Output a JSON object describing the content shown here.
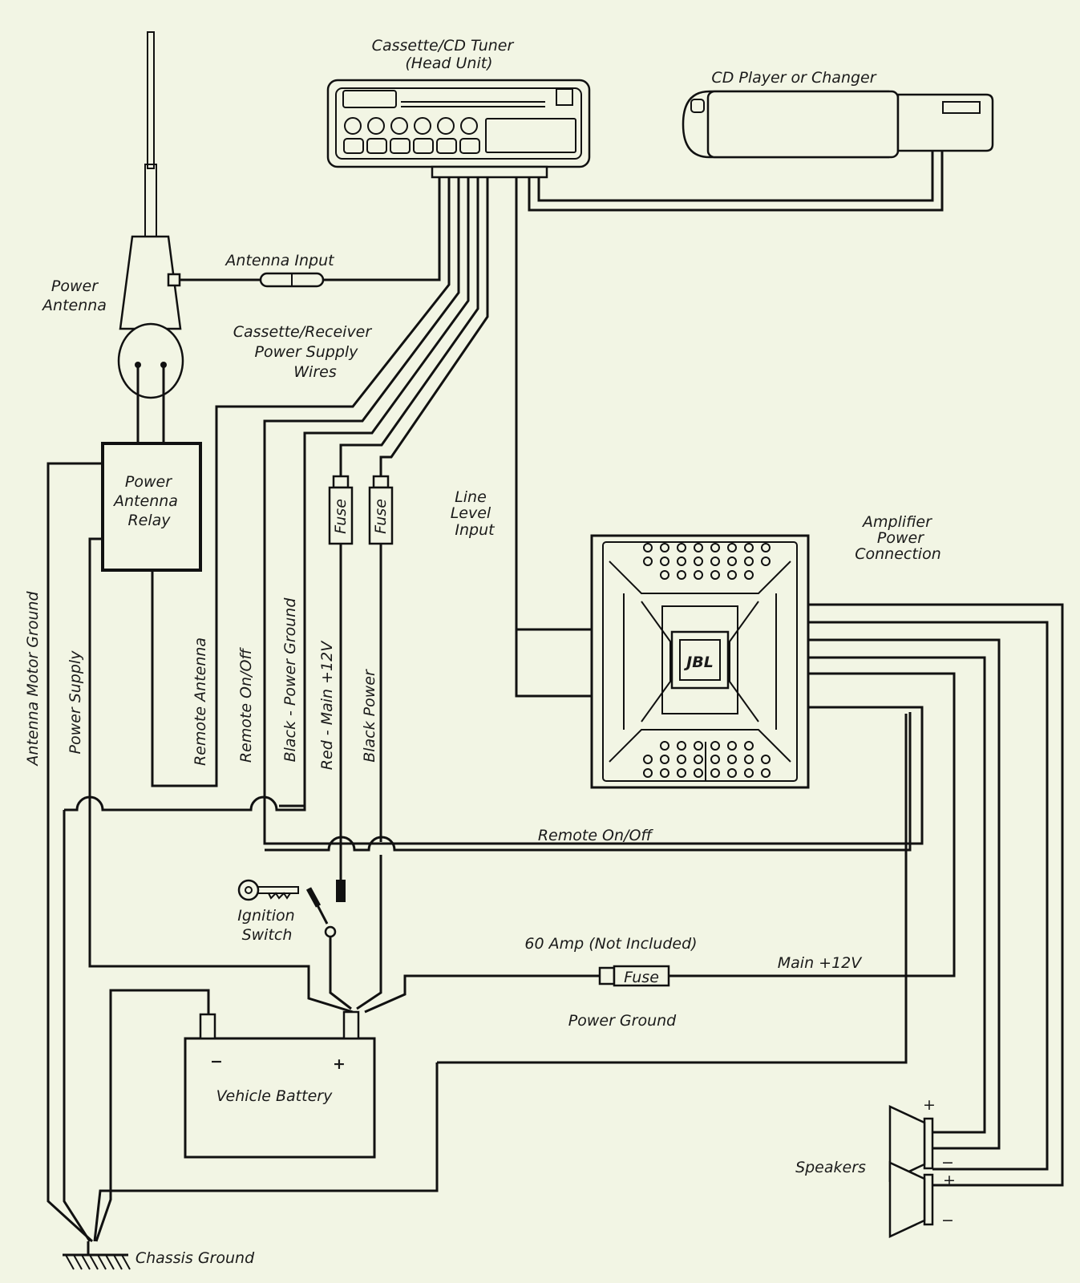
{
  "colors": {
    "background": "#f2f5e4",
    "line": "#111111"
  },
  "labels": {
    "head_unit": [
      "Cassette/CD Tuner",
      "(Head Unit)"
    ],
    "cd_player": "CD Player or Changer",
    "power_antenna": [
      "Power",
      "Antenna"
    ],
    "antenna_input": "Antenna Input",
    "supply_wires": [
      "Cassette/Receiver",
      "Power Supply",
      "Wires"
    ],
    "relay": [
      "Power",
      "Antenna",
      "Relay"
    ],
    "fuse": "Fuse",
    "line_level": [
      "Line",
      "Level",
      "Input"
    ],
    "amp_power": [
      "Amplifier",
      "Power",
      "Connection"
    ],
    "amp_brand": "JBL",
    "antenna_motor_ground": "Antenna Motor Ground",
    "power_supply": "Power Supply",
    "remote_antenna": "Remote Antenna",
    "remote_onoff_v": "Remote On/Off",
    "black_power_ground": "Black - Power Ground",
    "red_main": "Red - Main +12V",
    "black_power": "Black Power",
    "remote_onoff_h": "Remote On/Off",
    "ignition": [
      "Ignition",
      "Switch"
    ],
    "amp60": "60 Amp (Not Included)",
    "main12": "Main +12V",
    "power_ground": "Power Ground",
    "battery": "Vehicle Battery",
    "minus": "−",
    "plus": "+",
    "speakers": "Speakers",
    "chassis_ground": "Chassis Ground"
  }
}
